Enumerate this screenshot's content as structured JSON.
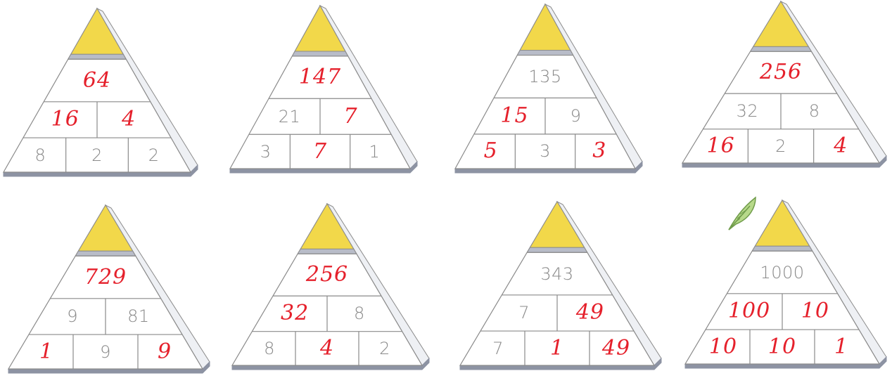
{
  "colors": {
    "cap": "#f2d84a",
    "cap_edge": "#8c8c8c",
    "band": "#b8bcc8",
    "side_shadow": "#8d93a3",
    "cell_border": "#8a8a8a",
    "printed_text": "#8a8a8a",
    "handwritten_text": "#e5202b",
    "feather": "#b7d98a"
  },
  "icons": {
    "decoration": "feather-icon"
  },
  "pyramids": [
    {
      "top": {
        "value": "64",
        "style": "handwritten"
      },
      "middle": [
        {
          "value": "16",
          "style": "handwritten"
        },
        {
          "value": "4",
          "style": "handwritten"
        }
      ],
      "bottom": [
        {
          "value": "8",
          "style": "printed"
        },
        {
          "value": "2",
          "style": "printed"
        },
        {
          "value": "2",
          "style": "printed"
        }
      ]
    },
    {
      "top": {
        "value": "147",
        "style": "handwritten"
      },
      "middle": [
        {
          "value": "21",
          "style": "printed"
        },
        {
          "value": "7",
          "style": "handwritten"
        }
      ],
      "bottom": [
        {
          "value": "3",
          "style": "printed"
        },
        {
          "value": "7",
          "style": "handwritten"
        },
        {
          "value": "1",
          "style": "printed"
        }
      ]
    },
    {
      "top": {
        "value": "135",
        "style": "printed"
      },
      "middle": [
        {
          "value": "15",
          "style": "handwritten"
        },
        {
          "value": "9",
          "style": "printed"
        }
      ],
      "bottom": [
        {
          "value": "5",
          "style": "handwritten"
        },
        {
          "value": "3",
          "style": "printed"
        },
        {
          "value": "3",
          "style": "handwritten"
        }
      ]
    },
    {
      "top": {
        "value": "256",
        "style": "handwritten"
      },
      "middle": [
        {
          "value": "32",
          "style": "printed"
        },
        {
          "value": "8",
          "style": "printed"
        }
      ],
      "bottom": [
        {
          "value": "16",
          "style": "handwritten"
        },
        {
          "value": "2",
          "style": "printed"
        },
        {
          "value": "4",
          "style": "handwritten"
        }
      ]
    },
    {
      "top": {
        "value": "729",
        "style": "handwritten"
      },
      "middle": [
        {
          "value": "9",
          "style": "printed"
        },
        {
          "value": "81",
          "style": "printed"
        }
      ],
      "bottom": [
        {
          "value": "1",
          "style": "handwritten"
        },
        {
          "value": "9",
          "style": "printed"
        },
        {
          "value": "9",
          "style": "handwritten"
        }
      ]
    },
    {
      "top": {
        "value": "256",
        "style": "handwritten"
      },
      "middle": [
        {
          "value": "32",
          "style": "handwritten"
        },
        {
          "value": "8",
          "style": "printed"
        }
      ],
      "bottom": [
        {
          "value": "8",
          "style": "printed"
        },
        {
          "value": "4",
          "style": "handwritten"
        },
        {
          "value": "2",
          "style": "printed"
        }
      ]
    },
    {
      "top": {
        "value": "343",
        "style": "printed"
      },
      "middle": [
        {
          "value": "7",
          "style": "printed"
        },
        {
          "value": "49",
          "style": "handwritten"
        }
      ],
      "bottom": [
        {
          "value": "7",
          "style": "printed"
        },
        {
          "value": "1",
          "style": "handwritten"
        },
        {
          "value": "49",
          "style": "handwritten"
        }
      ]
    },
    {
      "top": {
        "value": "1000",
        "style": "printed"
      },
      "middle": [
        {
          "value": "100",
          "style": "handwritten"
        },
        {
          "value": "10",
          "style": "handwritten"
        }
      ],
      "bottom": [
        {
          "value": "10",
          "style": "handwritten"
        },
        {
          "value": "10",
          "style": "handwritten"
        },
        {
          "value": "1",
          "style": "handwritten"
        }
      ]
    }
  ]
}
